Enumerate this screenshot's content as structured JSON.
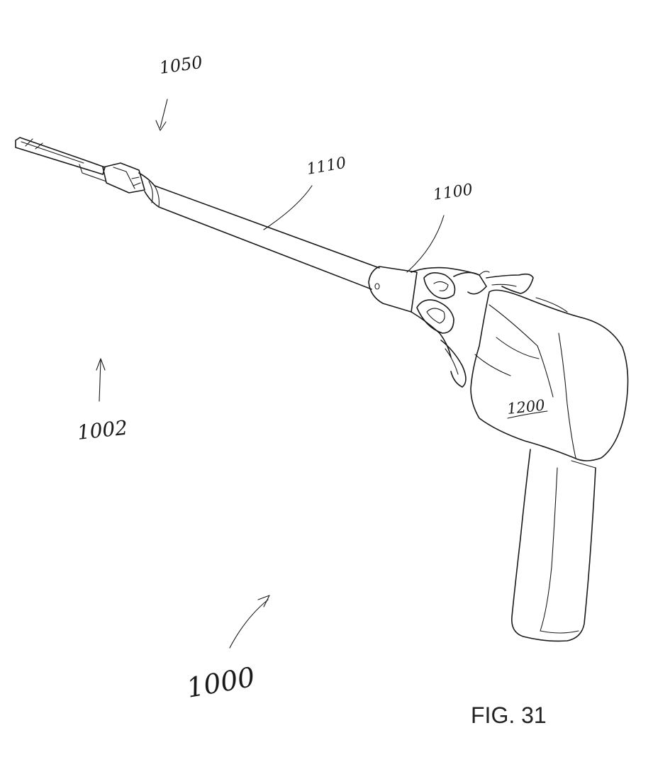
{
  "labels": {
    "ref_1050": "1050",
    "ref_1110": "1110",
    "ref_1100": "1100",
    "ref_1200": "1200",
    "ref_1002": "1002",
    "ref_1000": "1000"
  },
  "figure_caption": "FIG. 31"
}
